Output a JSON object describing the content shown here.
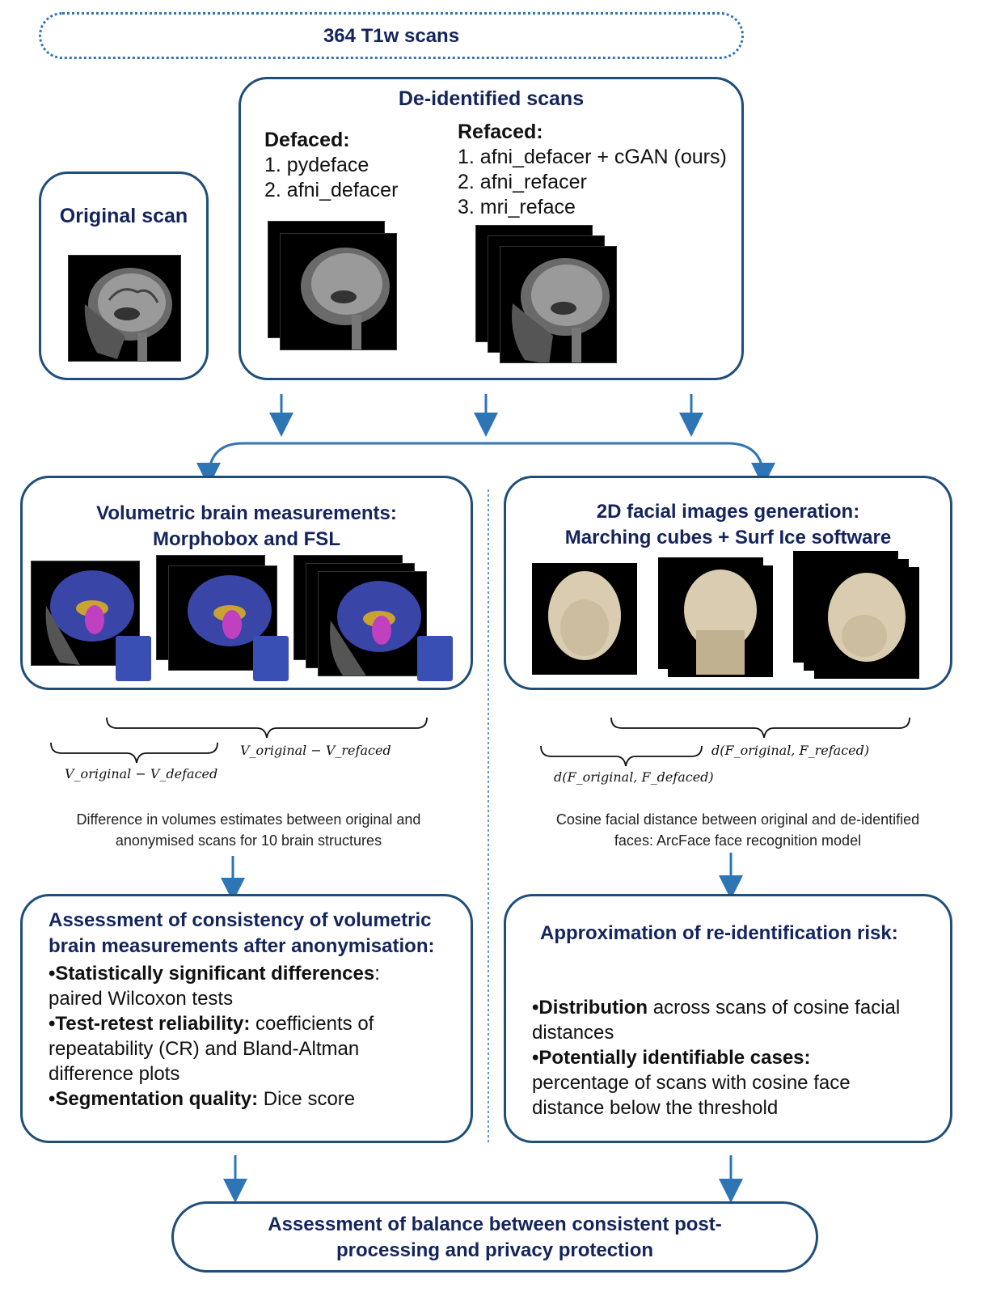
{
  "top": {
    "label": "364 T1w scans"
  },
  "original": {
    "title": "Original scan"
  },
  "deidentified": {
    "title": "De-identified scans",
    "defaced_header": "Defaced:",
    "defaced_items": [
      "1. pydeface",
      "2. afni_defacer"
    ],
    "refaced_header": "Refaced:",
    "refaced_items": [
      "1. afni_defacer + cGAN (ours)",
      "2. afni_refacer",
      "3. mri_reface"
    ]
  },
  "volumetric": {
    "title_line1": "Volumetric brain measurements:",
    "title_line2": "Morphobox and FSL",
    "brace_defaced": "V_original − V_defaced",
    "brace_refaced": "V_original − V_refaced",
    "caption_line1": "Difference in volumes estimates between original and",
    "caption_line2": "anonymised scans for 10 brain structures"
  },
  "facial": {
    "title_line1": "2D facial images generation:",
    "title_line2": "Marching cubes + Surf Ice software",
    "brace_defaced": "d(F_original, F_defaced)",
    "brace_refaced": "d(F_original, F_refaced)",
    "caption_line1": "Cosine facial distance between original and de-identified",
    "caption_line2": "faces: ArcFace face recognition model"
  },
  "assessment": {
    "title_line1": "Assessment of consistency of volumetric",
    "title_line2": "brain measurements after anonymisation:",
    "b1_bold": "•Statistically significant differences",
    "b1_rest": ":",
    "b1_line2": "paired Wilcoxon tests",
    "b2_bold": "•Test-retest reliability:",
    "b2_rest": " coefficients of",
    "b2_line2": "repeatability (CR) and Bland-Altman",
    "b2_line3": "difference plots",
    "b3_bold": "•Segmentation quality:",
    "b3_rest": " Dice score"
  },
  "risk": {
    "title": "Approximation of re-identification risk:",
    "b1_bold": "•Distribution",
    "b1_rest": " across scans of cosine facial",
    "b1_line2": "distances",
    "b2_bold": "•Potentially identifiable cases:",
    "b2_line2": "percentage of scans with cosine face",
    "b2_line3": "distance below the threshold"
  },
  "final": {
    "line1": "Assessment of balance between consistent post-",
    "line2": "processing and privacy protection"
  },
  "colors": {
    "box_border": "#1f4e79",
    "title": "#14245c",
    "arrow": "#2e75b6",
    "dotted": "#2e75b6"
  }
}
